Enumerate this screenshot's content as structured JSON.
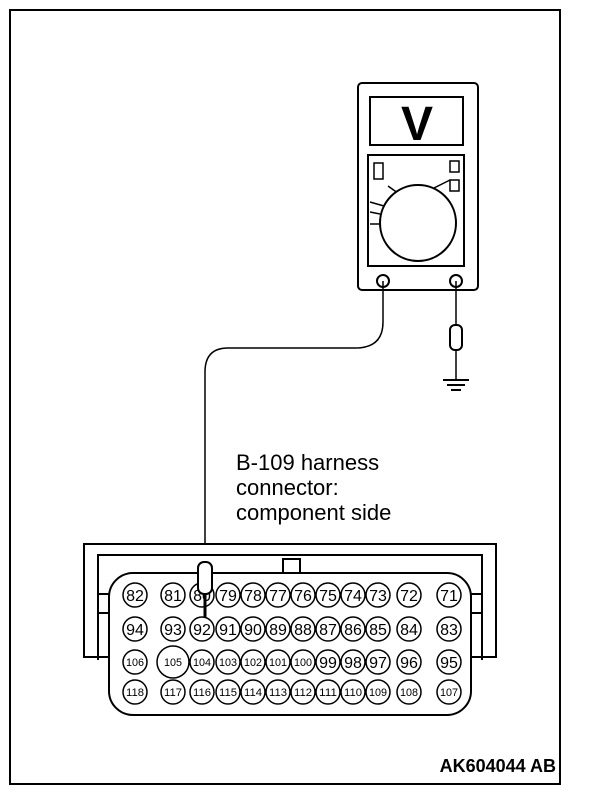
{
  "diagram": {
    "meter_display_symbol": "V",
    "connector_label": {
      "line1": "B-109 harness",
      "line2": "connector:",
      "line3": "component side"
    },
    "reference_code": "AK604044 AB",
    "pins": {
      "row1": [
        "82",
        "81",
        "80",
        "79",
        "78",
        "77",
        "76",
        "75",
        "74",
        "73",
        "72",
        "71"
      ],
      "row2": [
        "94",
        "93",
        "92",
        "91",
        "90",
        "89",
        "88",
        "87",
        "86",
        "85",
        "84",
        "83"
      ],
      "row3": [
        "106",
        "105",
        "104",
        "103",
        "102",
        "101",
        "100",
        "99",
        "98",
        "97",
        "96",
        "95"
      ],
      "row4": [
        "118",
        "117",
        "116",
        "115",
        "114",
        "113",
        "112",
        "111",
        "110",
        "109",
        "108",
        "107"
      ]
    },
    "probed_pin": "92"
  }
}
